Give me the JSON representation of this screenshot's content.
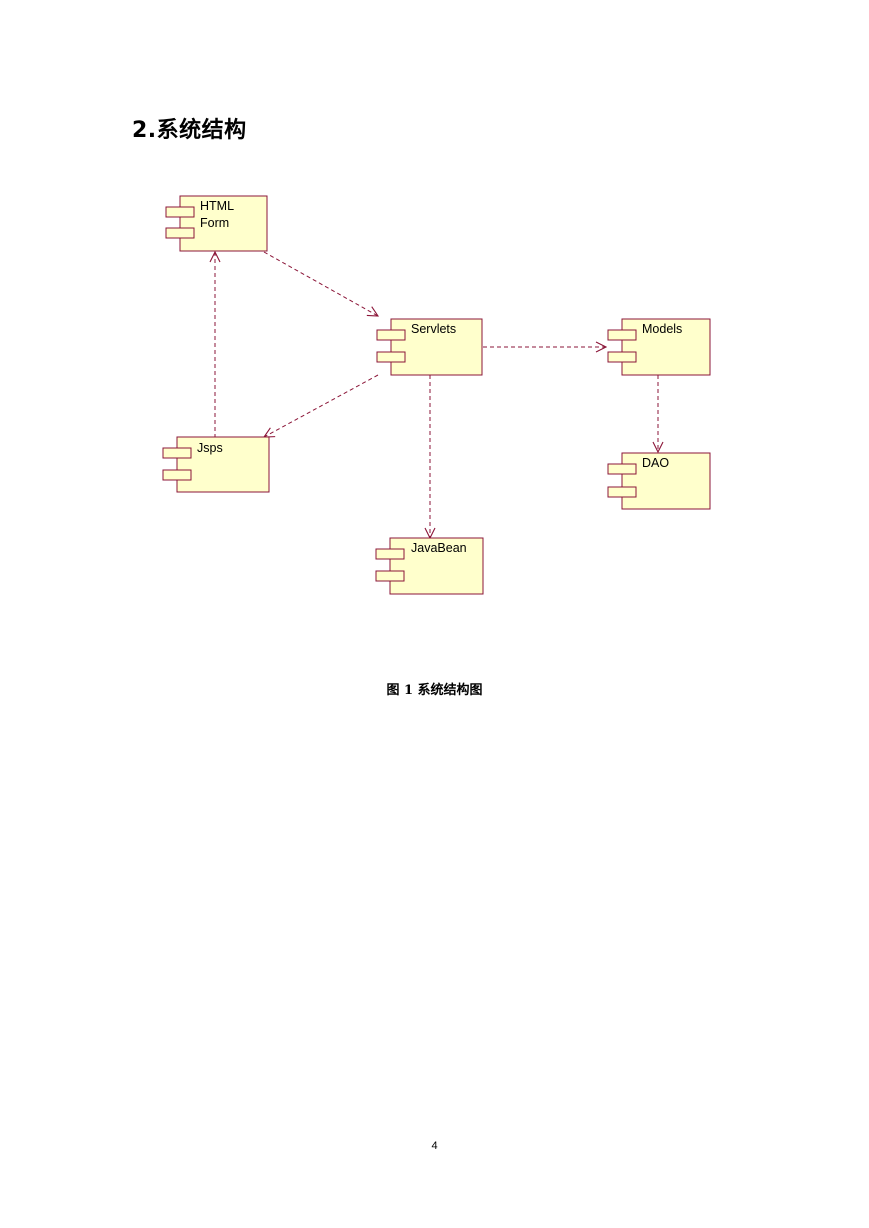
{
  "heading": "2.系统结构",
  "diagram": {
    "components": {
      "html_form": [
        "HTML",
        "Form"
      ],
      "servlets": "Servlets",
      "models": "Models",
      "jsps": "Jsps",
      "dao": "DAO",
      "javabean": "JavaBean"
    },
    "dependencies": [
      {
        "from": "HTML Form",
        "to": "Servlets"
      },
      {
        "from": "Servlets",
        "to": "Models"
      },
      {
        "from": "Servlets",
        "to": "Jsps"
      },
      {
        "from": "Servlets",
        "to": "JavaBean"
      },
      {
        "from": "Jsps",
        "to": "HTML Form"
      },
      {
        "from": "Models",
        "to": "DAO"
      }
    ],
    "colors": {
      "component_fill": "#ffffcc",
      "component_border": "#8b1538",
      "dependency_line": "#8b1538"
    }
  },
  "caption": "图 1  系统结构图",
  "page_number": "4"
}
